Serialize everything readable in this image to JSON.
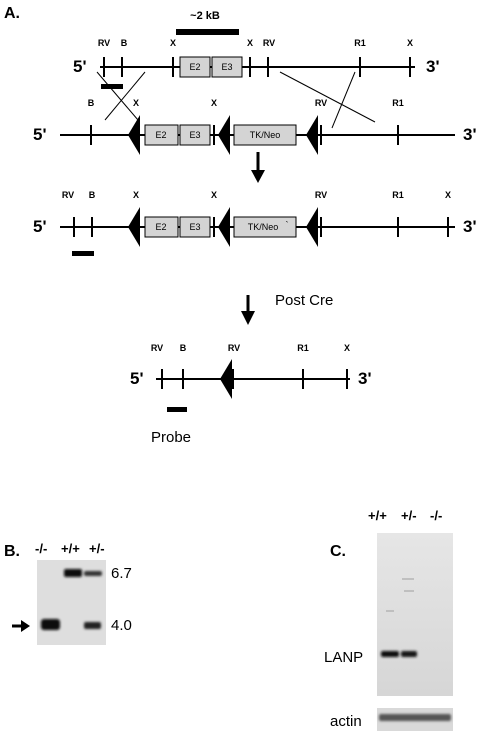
{
  "panels": {
    "a": "A.",
    "b": "B.",
    "c": "C."
  },
  "scale_label": "~2 kB",
  "ends": {
    "five": "5'",
    "three": "3'"
  },
  "sites": {
    "rv": "RV",
    "b": "B",
    "x": "X",
    "r1": "R1"
  },
  "exons": {
    "e2": "E2",
    "e3": "E3"
  },
  "cassette": "TK/Neo",
  "cassette_tick": "`",
  "post_cre": "Post Cre",
  "probe": "Probe",
  "blot_b": {
    "lanes": [
      "-/-",
      "+/+",
      "+/-"
    ],
    "sizes": [
      "6.7",
      "4.0"
    ]
  },
  "blot_c": {
    "lanes": [
      "+/+",
      "+/-",
      "-/-"
    ],
    "band_label": "LANP",
    "loading_label": "actin"
  },
  "colors": {
    "box_fill": "#d4d4d4",
    "line": "#000000",
    "blot_bg": "#dedede"
  }
}
